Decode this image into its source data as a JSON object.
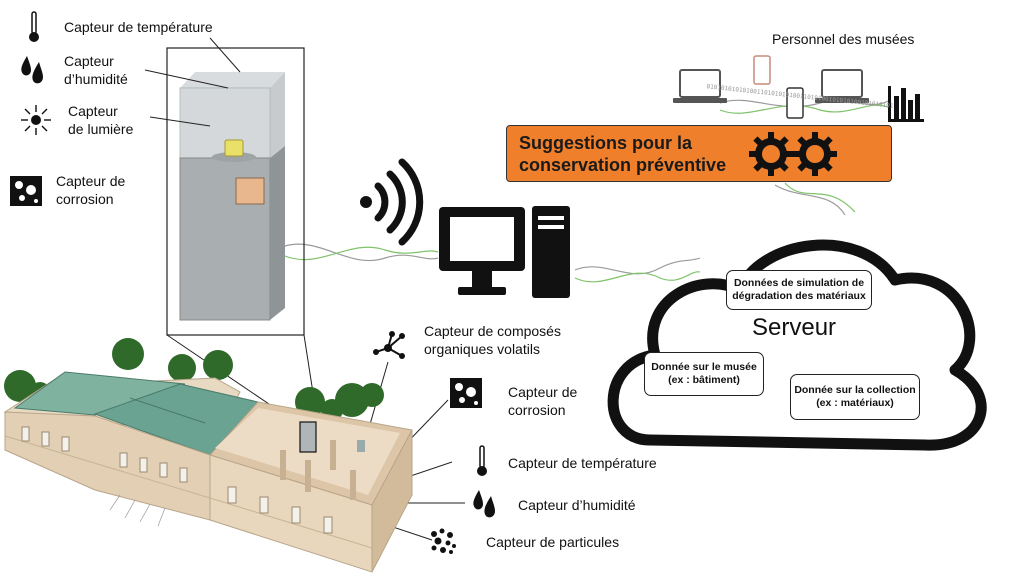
{
  "left_sensors": [
    {
      "label": "Capteur de température",
      "icon": "thermometer-icon"
    },
    {
      "label": "Capteur\nd’humidité",
      "icon": "water-drops-icon"
    },
    {
      "label": "Capteur\nde lumière",
      "icon": "sun-icon"
    },
    {
      "label": "Capteur de\ncorrosion",
      "icon": "corrosion-icon"
    }
  ],
  "building_sensors": [
    {
      "label": "Capteur de composés\norganiques volatils",
      "icon": "molecule-icon"
    },
    {
      "label": "Capteur de\ncorrosion",
      "icon": "corrosion-icon"
    },
    {
      "label": "Capteur de température",
      "icon": "thermometer-icon"
    },
    {
      "label": "Capteur d’humidité",
      "icon": "water-drops-icon"
    },
    {
      "label": "Capteur de particules",
      "icon": "particles-icon"
    }
  ],
  "staff": {
    "label": "Personnel des musées"
  },
  "suggestions": {
    "label": "Suggestions pour la\nconservation préventive"
  },
  "server": {
    "title": "Serveur",
    "boxes": [
      "Données de simulation  de\ndégradation des matériaux",
      "Donnée sur le musée\n(ex : bâtiment)",
      "Donnée sur la collection\n(ex : matériaux)"
    ]
  },
  "binary_stream": "0101010101010011010101010011010100101010100101010101",
  "colors": {
    "orange": "#f07f2c",
    "wave_gray": "#9a9a9a",
    "wave_green": "#7fc36a",
    "roof": "#7fb3a0",
    "facade": "#e8d9c3"
  }
}
